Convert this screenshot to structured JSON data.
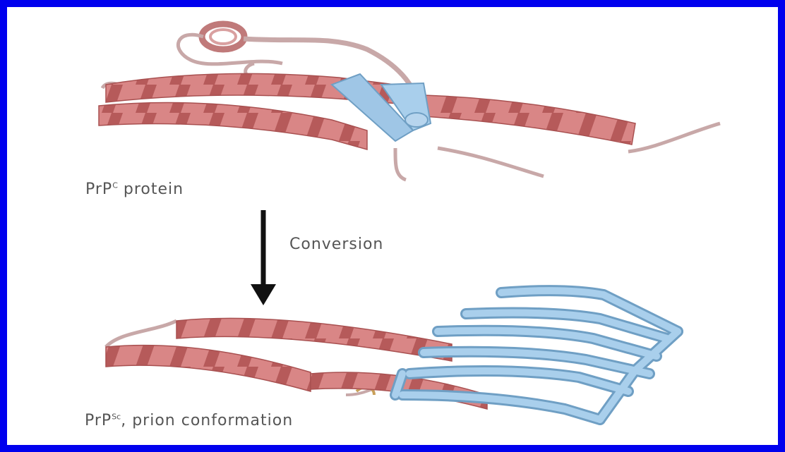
{
  "colors": {
    "border": "#0000ee",
    "helix": "#d98686",
    "helix_dark": "#b65a5a",
    "sheet": "#9fc6e6",
    "sheet_edge": "#6f9fc4",
    "loop": "#c8a8a8",
    "arrow": "#111111",
    "text": "#555555"
  },
  "labels": {
    "top_name": "PrP",
    "top_sup": "C",
    "top_rest": " protein",
    "conversion": "Conversion",
    "bottom_name": "PrP",
    "bottom_sup": "Sc",
    "bottom_rest": ", prion conformation"
  }
}
